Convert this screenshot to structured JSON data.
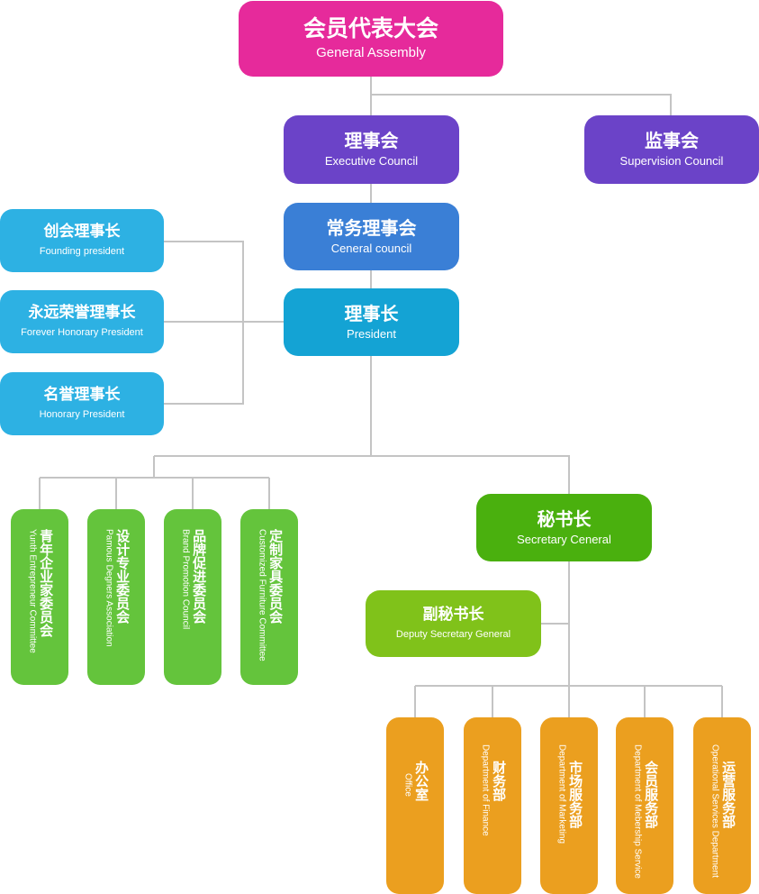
{
  "colors": {
    "line": "#c4c4c4",
    "assembly": "#e62a9b",
    "council": "#6b43c8",
    "general": "#3a7fd6",
    "president": "#14a3d4",
    "side": "#2db1e3",
    "secretary": "#4ab00e",
    "deputy": "#80c21a",
    "committee": "#64c43c",
    "department": "#eb9f1f"
  },
  "top": [
    {
      "zh": "会员代表大会",
      "en": "General Assembly"
    },
    {
      "zh": "理事会",
      "en": "Executive Council"
    },
    {
      "zh": "监事会",
      "en": "Supervision Council"
    },
    {
      "zh": "常务理事会",
      "en": "Ceneral council"
    },
    {
      "zh": "理事长",
      "en": "President"
    }
  ],
  "side": [
    {
      "zh": "创会理事长",
      "en": "Founding president"
    },
    {
      "zh": "永远荣誉理事长",
      "en": "Forever Honorary President"
    },
    {
      "zh": "名誉理事长",
      "en": "Honorary President"
    }
  ],
  "committees": [
    {
      "zh": "青年企业家委员会",
      "en": "Yunth Entrepreneur Committee"
    },
    {
      "zh": "设计专业委员会",
      "en": "Pamous Degners Association"
    },
    {
      "zh": "品牌促进委员会",
      "en": "Brand Promotion Council"
    },
    {
      "zh": "定制家具委员会",
      "en": "Customized Furniture Committee"
    }
  ],
  "secretary": {
    "zh": "秘书长",
    "en": "Secretary Ceneral"
  },
  "deputy": {
    "zh": "副秘书长",
    "en": "Deputy Secretary General"
  },
  "departments": [
    {
      "zh": "办公室",
      "en": "Office"
    },
    {
      "zh": "财务部",
      "en": "Department of Finance"
    },
    {
      "zh": "市场服务部",
      "en": "Department of Marketing"
    },
    {
      "zh": "会员服务部",
      "en": "Department of Mebership Service"
    },
    {
      "zh": "运营服务部",
      "en": "Operational Services Department"
    }
  ]
}
